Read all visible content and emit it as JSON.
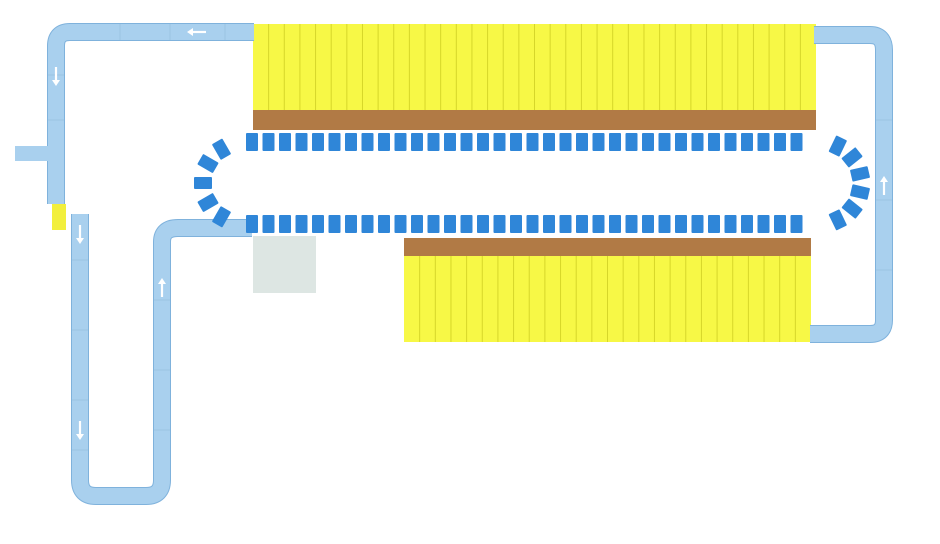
{
  "colors": {
    "background": "#ffffff",
    "conveyor": "#a9d0ee",
    "conveyor_stroke": "#7fb2dc",
    "conveyor_seam": "#9cc3e2",
    "arrow": "#ffffff",
    "chain_link": "#2f86d8",
    "shelf_fill": "#f7f846",
    "shelf_line": "#d6d62a",
    "brown_bar": "#b17a45",
    "gray_box": "#dde6e3",
    "stub_yellow": "#f2ef3c"
  },
  "arrows": [
    {
      "name": "flow-arrow-top-left",
      "direction": "left"
    },
    {
      "name": "flow-arrow-left-top",
      "direction": "down"
    },
    {
      "name": "flow-arrow-right-side",
      "direction": "up"
    },
    {
      "name": "flow-arrow-inner-left-top",
      "direction": "down"
    },
    {
      "name": "flow-arrow-inner-left-lower",
      "direction": "down"
    },
    {
      "name": "flow-arrow-inner-right",
      "direction": "up"
    }
  ]
}
